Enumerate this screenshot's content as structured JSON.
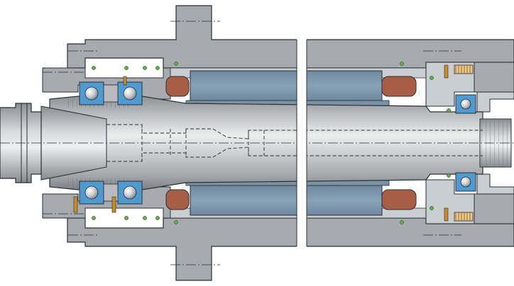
{
  "diagram": {
    "subject": "spindle-assembly-cross-section",
    "colors": {
      "housing": "#a7aaae",
      "housing_dark": "#8c9096",
      "outline": "#2c2f33",
      "shaft_light": "#d9dadc",
      "shaft_mid": "#b8babd",
      "shaft_dark": "#8e9195",
      "stator": "#7f97ac",
      "stator_dark": "#6a8296",
      "winding": "#a85e45",
      "bearing_housing": "#4f9ad1",
      "bearing_ball": "#dfe3e8",
      "cavity": "#c9ced3",
      "spring": "#c98b2a",
      "seal_green": "#5db048",
      "break_gap": "#ffffff",
      "centerline": "#2c2f33"
    },
    "front_bearing_count": 4,
    "rear_bearing_count": 2
  }
}
